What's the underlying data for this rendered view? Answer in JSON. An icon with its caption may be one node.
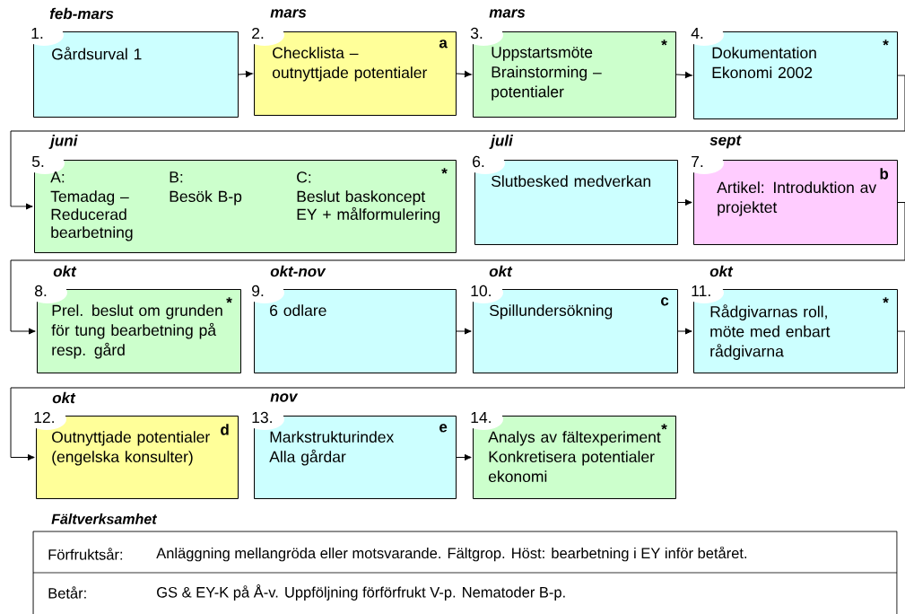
{
  "diagram": {
    "nodes": [
      {
        "text": [
          "1.",
          "Gårdsurval 1"
        ],
        "beside": [
          "feb-mars"
        ]
      },
      {
        "text": [
          "2.",
          "a",
          "Checklista – outnyttjade potentialer"
        ],
        "beside": [
          "mars"
        ]
      },
      {
        "text": [
          "3.",
          "*",
          "Uppstartsmöte Brainstorming – potentialer"
        ],
        "beside": [
          "mars"
        ]
      },
      {
        "text": [
          "4.",
          "*",
          "Dokumentation Ekonomi 2002"
        ]
      },
      {
        "text": [
          "5.",
          "A:",
          "B:",
          "C:",
          "*",
          "Temadag – Reducerad bearbetning",
          "Besök B-p",
          "Beslut baskoncept EY + målformulering"
        ],
        "beside": [
          "juni"
        ]
      },
      {
        "text": [
          "6.",
          "Slutbesked medverkan"
        ],
        "beside": [
          "juli"
        ]
      },
      {
        "text": [
          "7.",
          "b",
          "Artikel: Introduktion av projektet"
        ],
        "beside": [
          "sept"
        ]
      },
      {
        "text": [
          "8.",
          "*",
          "Prel. beslut om grunden för tung bearbetning på resp. gård"
        ],
        "beside": [
          "okt"
        ]
      },
      {
        "text": [
          "9.",
          "6 odlare"
        ],
        "beside": [
          "okt-nov"
        ]
      },
      {
        "text": [
          "10.",
          "c",
          "Spillundersökning"
        ],
        "beside": [
          "okt"
        ]
      },
      {
        "text": [
          "11.",
          "*",
          "Rådgivarnas roll, möte med enbart rådgivarna"
        ],
        "beside": [
          "okt"
        ]
      },
      {
        "text": [
          "12.",
          "d",
          "Outnyttjade potentialer (engelska konsulter)"
        ],
        "beside": [
          "okt"
        ]
      },
      {
        "text": [
          "13.",
          "e",
          "Markstrukturindex Alla gårdar"
        ],
        "beside": [
          "nov"
        ]
      },
      {
        "text": [
          "14.",
          "*",
          "Analys av fältexperiment Konkretisera potentialer ekonomi"
        ]
      }
    ],
    "edges": [
      {
        "from": 0,
        "to": 1,
        "arrow": "to"
      },
      {
        "from": 1,
        "to": 2,
        "arrow": "to"
      },
      {
        "from": 2,
        "to": 3,
        "arrow": "to"
      },
      {
        "from": 3,
        "to": 4,
        "arrow": "to"
      },
      {
        "from": 5,
        "to": 6,
        "arrow": "to"
      },
      {
        "from": 6,
        "to": 7,
        "arrow": "to"
      },
      {
        "from": 8,
        "to": 9,
        "arrow": "to"
      },
      {
        "from": 9,
        "to": 10,
        "arrow": "to"
      },
      {
        "from": 10,
        "to": 11,
        "arrow": "to"
      },
      {
        "from": 12,
        "to": 13,
        "arrow": "to"
      }
    ],
    "labels": [
      "Fältverksamhet",
      "Förfruktsår:",
      "Anläggning mellangröda eller motsvarande. Fältgrop. Höst: bearbetning i EY inför betåret.",
      "Betår:",
      "GS & EY-K på Å-v. Uppföljning förförfrukt V-p. Nematoder B-p."
    ]
  }
}
